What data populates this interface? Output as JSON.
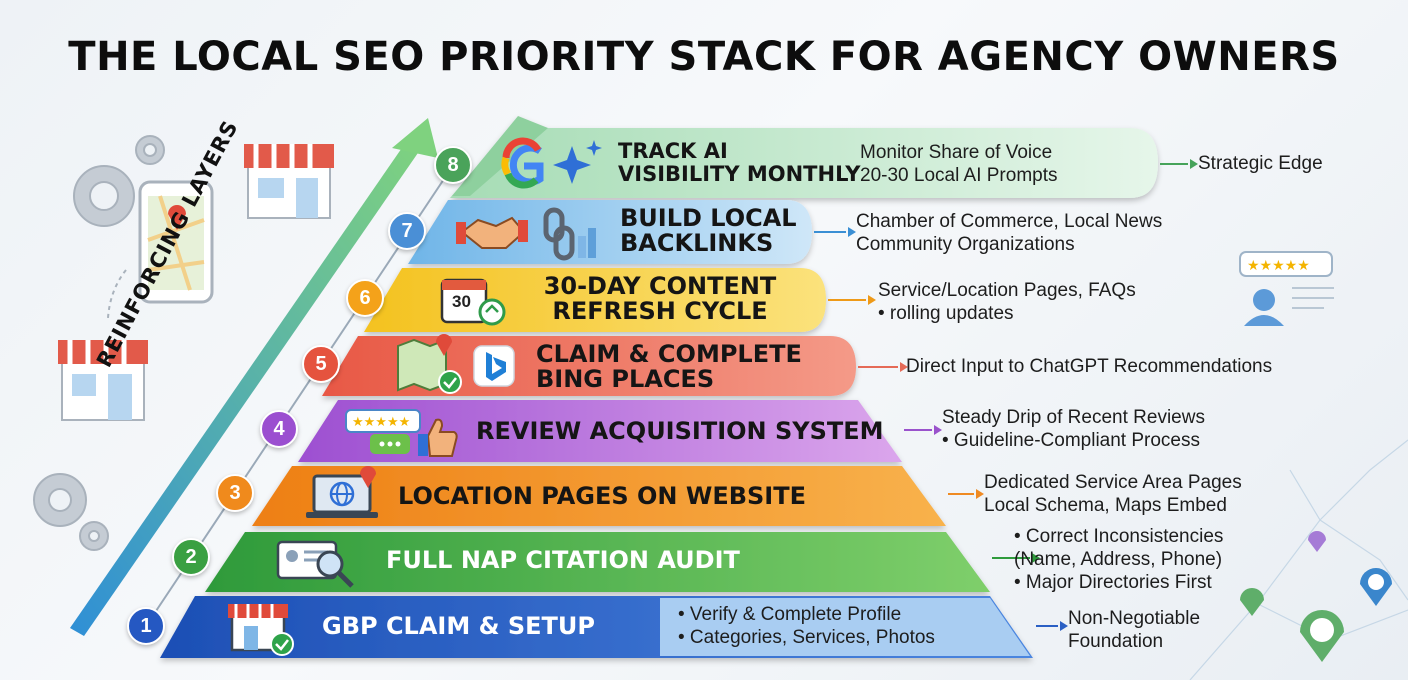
{
  "title": "THE LOCAL SEO PRIORITY STACK FOR AGENCY OWNERS",
  "side_label": "REINFORCING LAYERS",
  "layers": [
    {
      "num": "8",
      "title_lines": [
        "TRACK AI",
        "VISIBILITY MONTHLY"
      ],
      "inner_desc": [
        "Monitor Share of Voice",
        "20-30 Local AI Prompts"
      ],
      "outcome": [
        "Strategic Edge"
      ],
      "color": "#b9e4c9",
      "icons": [
        "google-icon",
        "sparkle-icon"
      ]
    },
    {
      "num": "7",
      "title_lines": [
        "BUILD LOCAL",
        "BACKLINKS"
      ],
      "outcome": [
        "Chamber of Commerce, Local News",
        "Community Organizations"
      ],
      "color": "#a8d4f2",
      "icons": [
        "handshake-icon",
        "chain-link-icon"
      ]
    },
    {
      "num": "6",
      "title_lines": [
        "30-DAY CONTENT",
        "REFRESH CYCLE"
      ],
      "calendar_day": "30",
      "outcome": [
        "Service/Location Pages, FAQs",
        "• rolling updates"
      ],
      "color": "#f7d14a",
      "icons": [
        "calendar-refresh-icon"
      ]
    },
    {
      "num": "5",
      "title_lines": [
        "CLAIM & COMPLETE",
        "BING PLACES"
      ],
      "outcome": [
        "Direct Input to ChatGPT Recommendations"
      ],
      "color": "#f0786a",
      "icons": [
        "map-check-icon",
        "bing-icon"
      ]
    },
    {
      "num": "4",
      "title_lines": [
        "REVIEW ACQUISITION SYSTEM"
      ],
      "outcome": [
        "Steady Drip of Recent Reviews",
        "• Guideline-Compliant Process"
      ],
      "color": "#c984e0",
      "icons": [
        "review-bubbles-icon",
        "thumbs-up-icon"
      ]
    },
    {
      "num": "3",
      "title_lines": [
        "LOCATION PAGES ON WEBSITE"
      ],
      "outcome": [
        "Dedicated Service Area Pages",
        "Local Schema, Maps Embed"
      ],
      "color": "#f59a2e",
      "icons": [
        "laptop-globe-icon"
      ]
    },
    {
      "num": "2",
      "title_lines": [
        "FULL NAP CITATION AUDIT"
      ],
      "outcome": [
        "• Correct Inconsistencies",
        "(Name, Address, Phone)",
        "• Major Directories First"
      ],
      "color": "#48b34a",
      "icons": [
        "id-card-search-icon"
      ]
    },
    {
      "num": "1",
      "title_lines": [
        "GBP CLAIM & SETUP"
      ],
      "inner_desc": [
        "• Verify & Complete Profile",
        "• Categories, Services, Photos"
      ],
      "outcome": [
        "Non-Negotiable",
        "Foundation"
      ],
      "color": "#2f63c9",
      "icons": [
        "storefront-check-icon"
      ]
    }
  ],
  "review_stars": "★★★★★",
  "colors": {
    "arrow": "#5fbf6e",
    "green": "#43a047",
    "blue": "#1f56b5"
  }
}
